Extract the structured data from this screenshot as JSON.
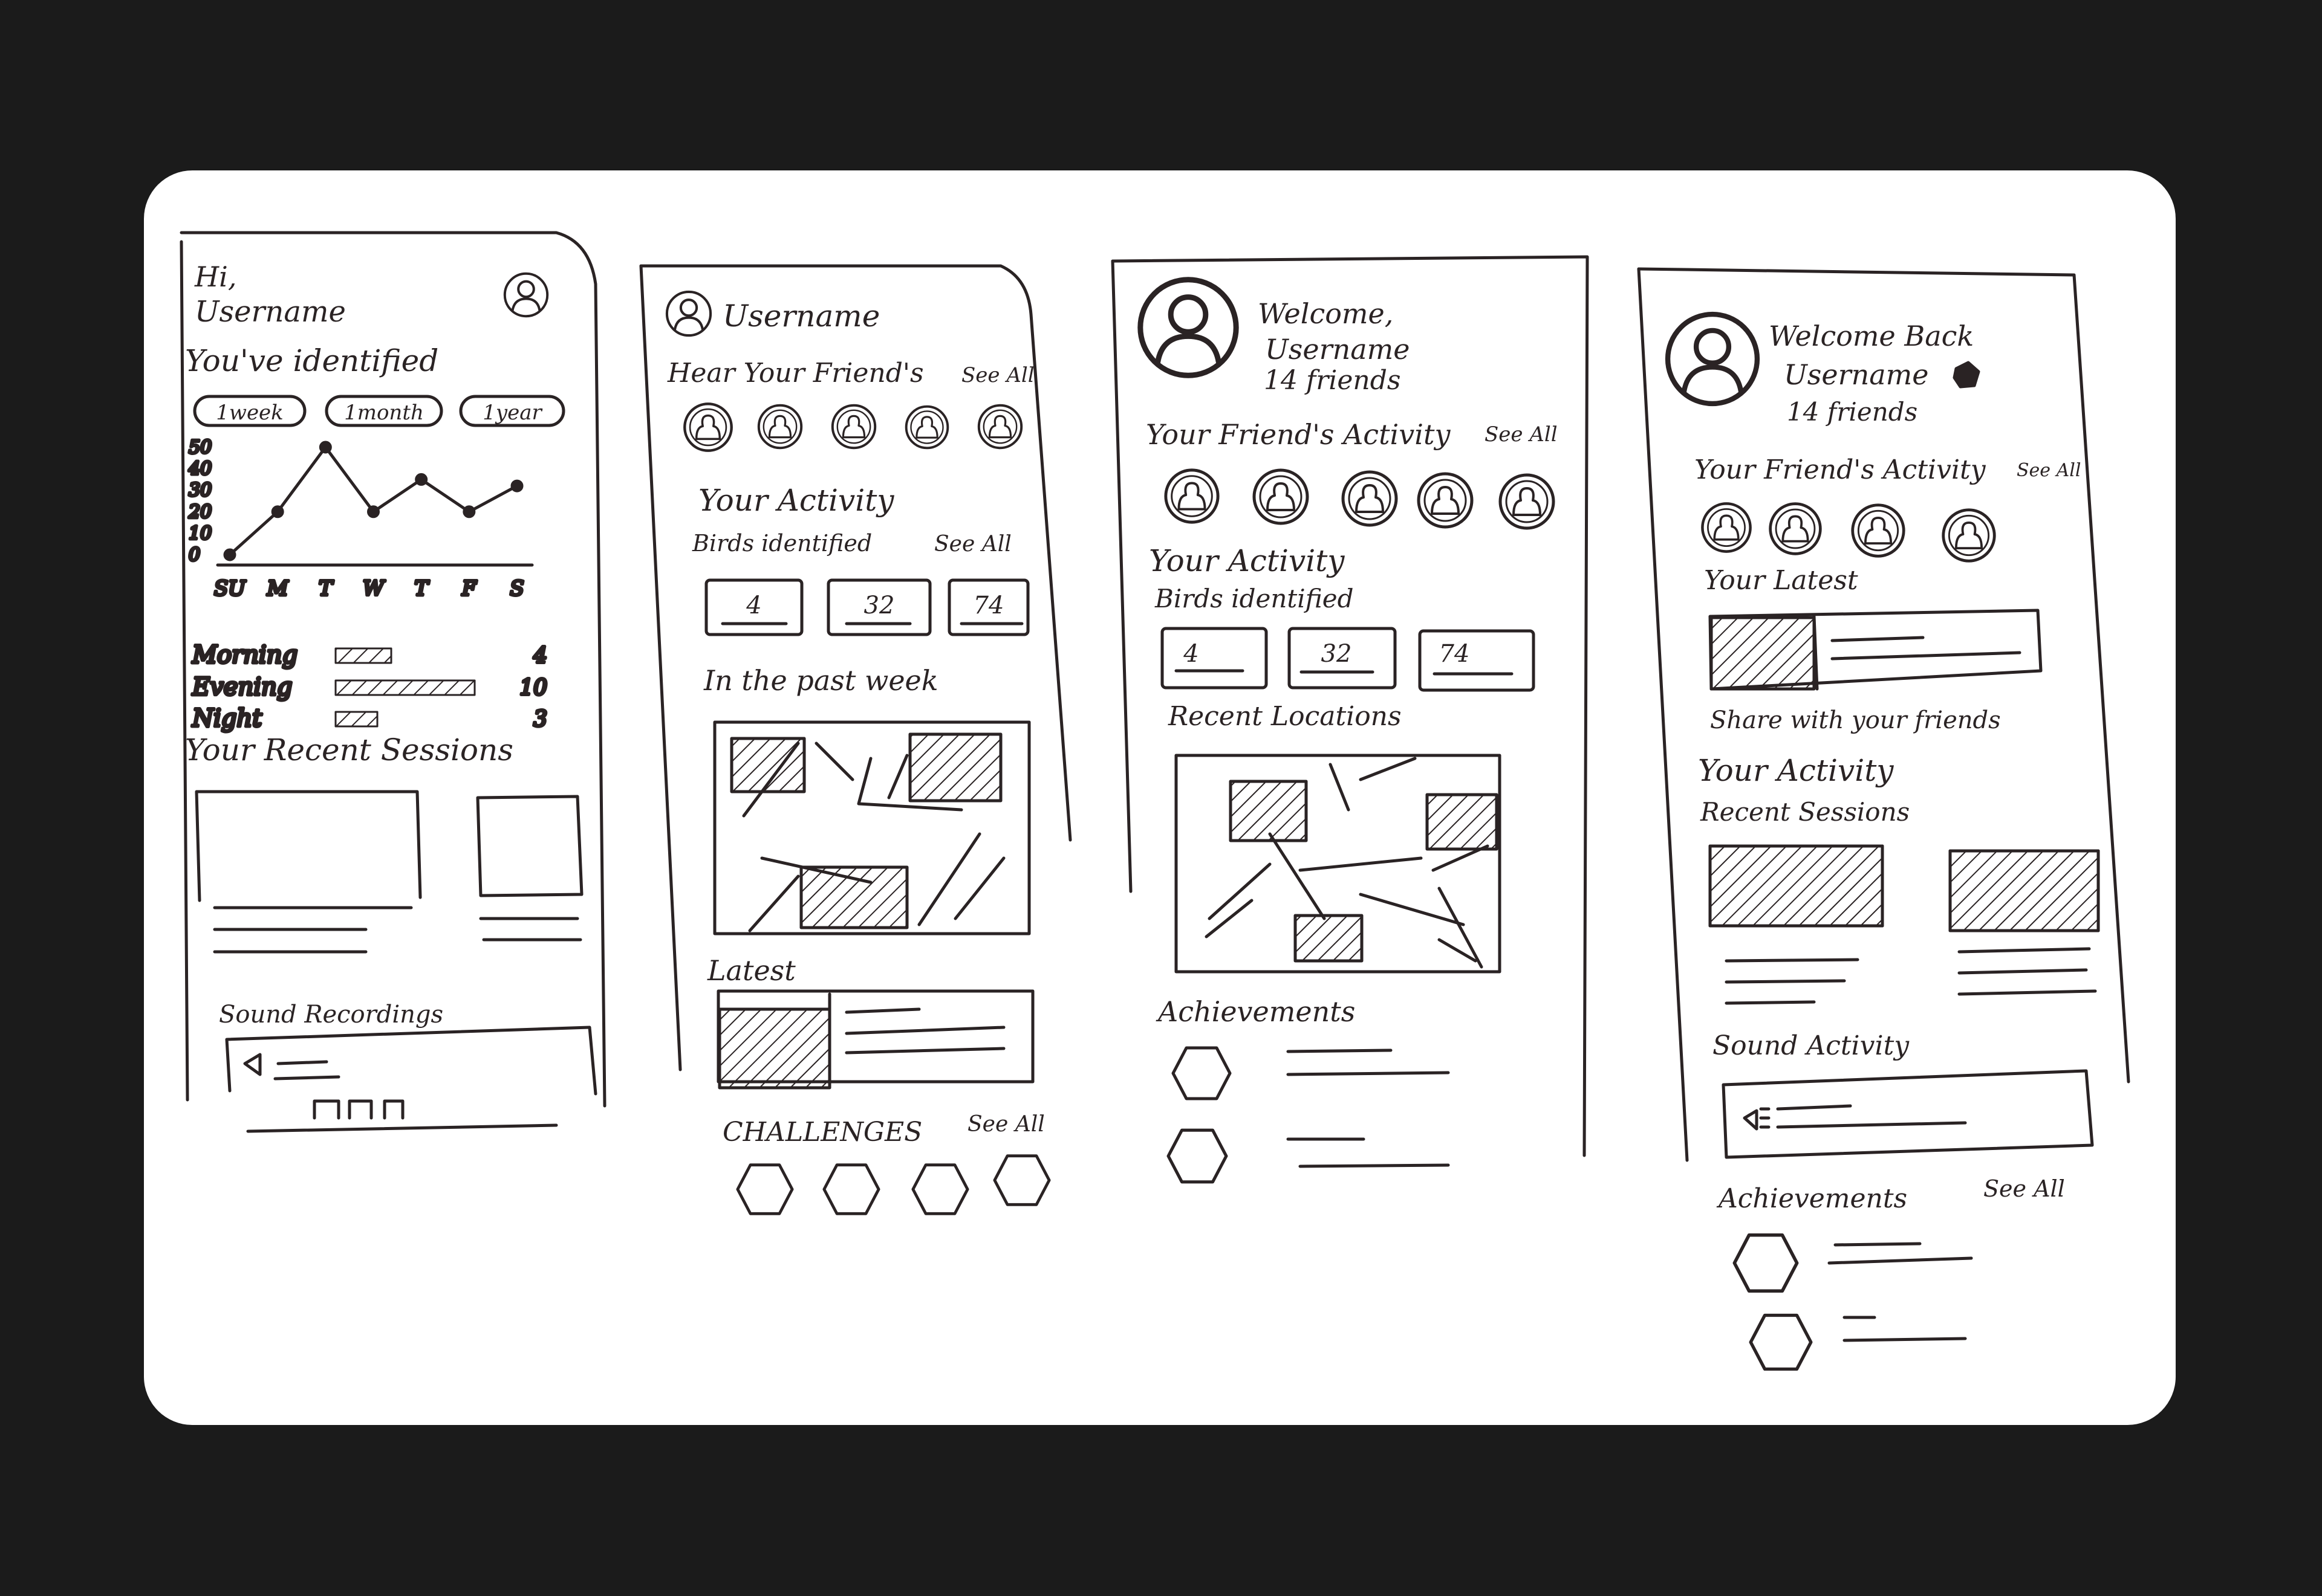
{
  "colors": {
    "background": "#1b1b1b",
    "paper": "#ffffff",
    "ink": "#2a2324"
  },
  "screen1": {
    "greeting": "Hi,",
    "username": "Username",
    "identified_heading": "You've identified",
    "filters": [
      "1week",
      "1month",
      "1year"
    ],
    "chart_data": {
      "type": "line",
      "categories": [
        "SU",
        "M",
        "T",
        "W",
        "T",
        "F",
        "S"
      ],
      "values": [
        0,
        20,
        50,
        20,
        35,
        20,
        32
      ],
      "y_ticks": [
        "50",
        "40",
        "30",
        "20",
        "10",
        "0"
      ],
      "ylim": [
        0,
        50
      ]
    },
    "time_bars": [
      {
        "label": "Morning",
        "value": "4",
        "fill": 0.4
      },
      {
        "label": "Evening",
        "value": "10",
        "fill": 1.0
      },
      {
        "label": "Night",
        "value": "3",
        "fill": 0.3
      }
    ],
    "sessions_heading": "Your Recent Sessions",
    "recordings_heading": "Sound Recordings"
  },
  "screen2": {
    "username": "Username",
    "friends_heading": "Hear Your Friend's",
    "friends_see_all": "See All",
    "activity_heading": "Your Activity",
    "birds_label": "Birds identified",
    "birds_see_all": "See All",
    "stats": [
      "4",
      "32",
      "74"
    ],
    "past_week_heading": "In the past week",
    "latest_heading": "Latest",
    "challenges_heading": "CHALLENGES",
    "challenges_see_all": "See All"
  },
  "screen3": {
    "welcome": "Welcome,",
    "username": "Username",
    "friends_count": "14 friends",
    "friends_activity_heading": "Your Friend's Activity",
    "friends_see_all": "See All",
    "activity_heading": "Your Activity",
    "birds_label": "Birds identified",
    "stats": [
      "4",
      "32",
      "74"
    ],
    "locations_heading": "Recent Locations",
    "achievements_heading": "Achievements"
  },
  "screen4": {
    "welcome": "Welcome Back",
    "username": "Username",
    "friends_count": "14 friends",
    "friends_activity_heading": "Your Friend's Activity",
    "friends_see_all": "See All",
    "latest_heading": "Your Latest",
    "share_label": "Share with your friends",
    "activity_heading": "Your Activity",
    "sessions_label": "Recent Sessions",
    "sound_heading": "Sound Activity",
    "achievements_heading": "Achievements",
    "achievements_see_all": "See All"
  }
}
